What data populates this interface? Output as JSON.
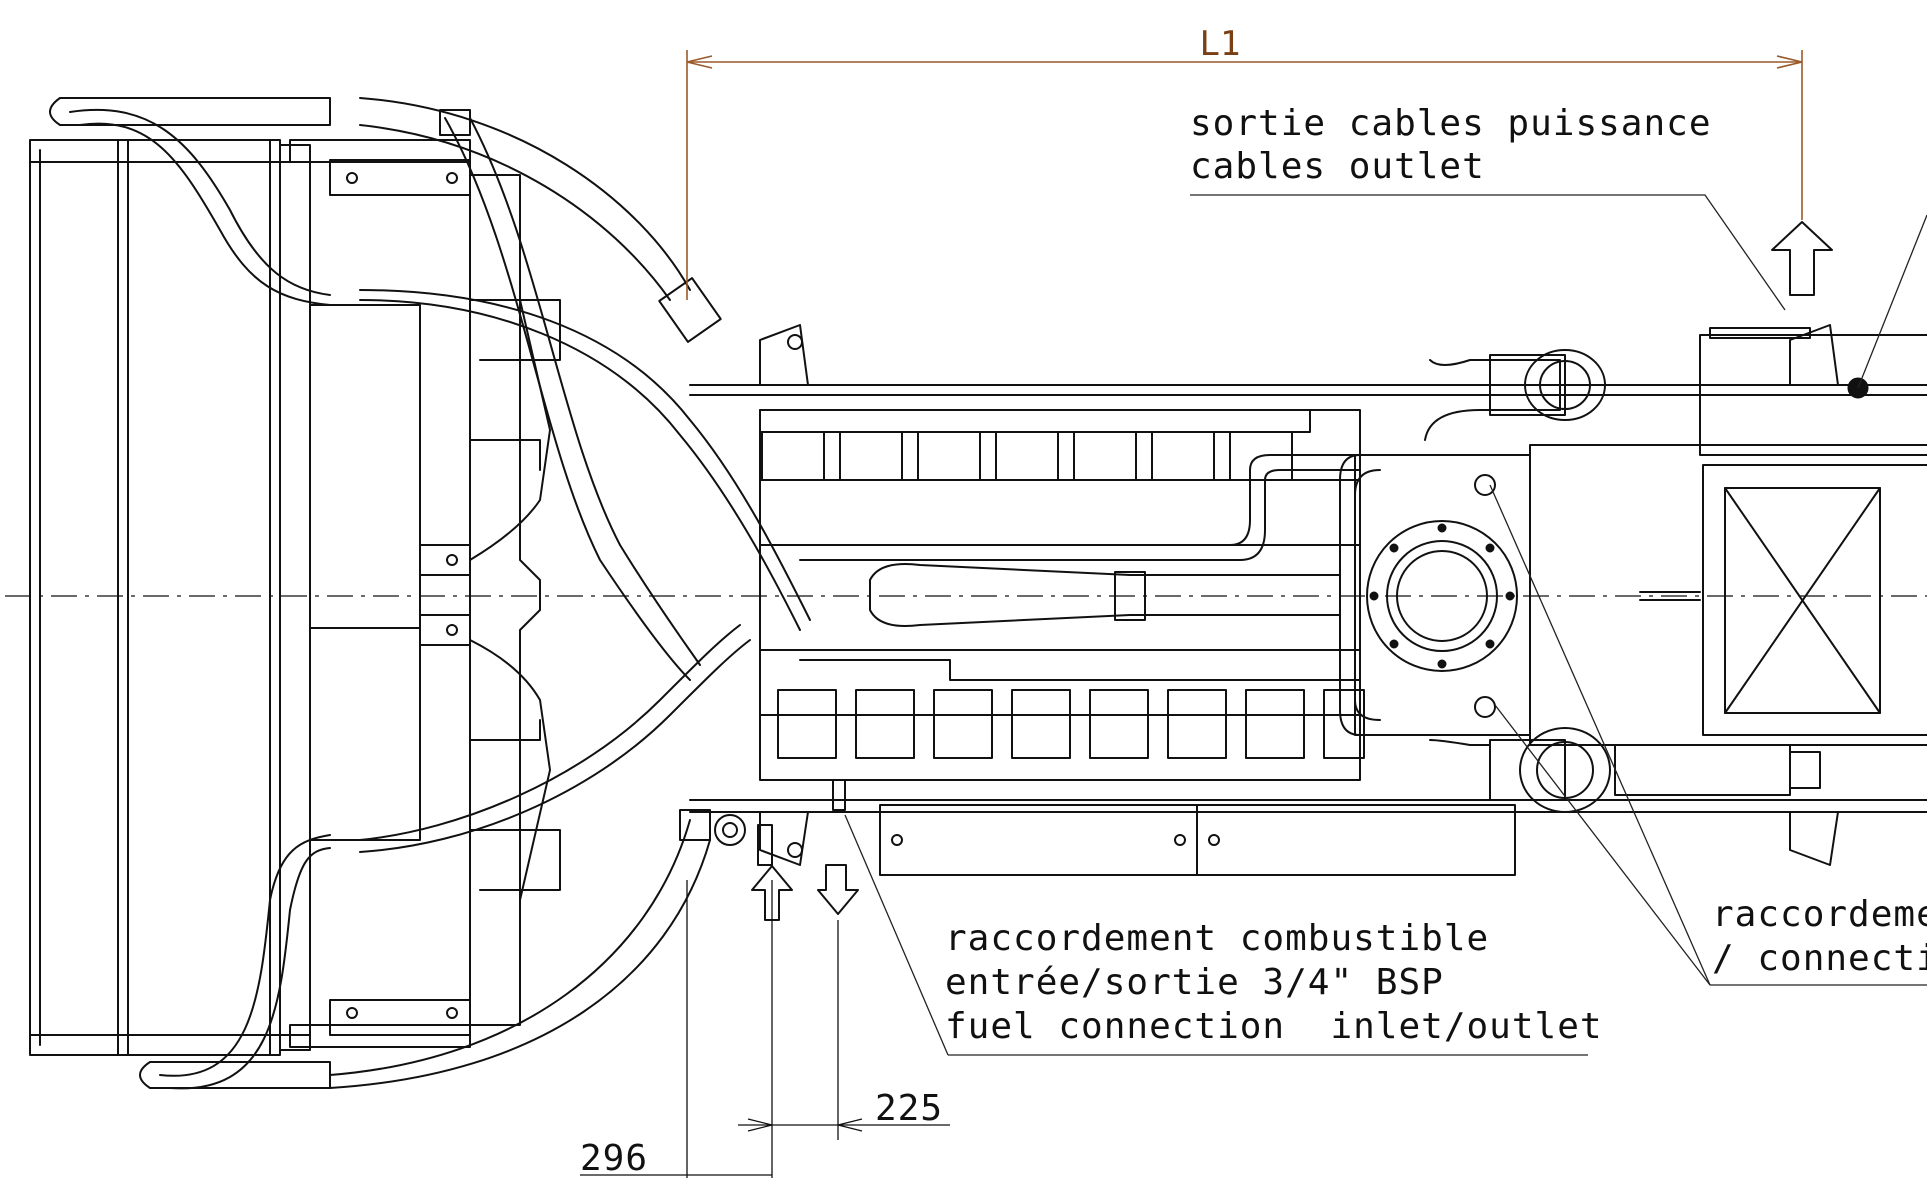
{
  "dimensions": {
    "top_label": "L1",
    "fuel_offset_label": "225",
    "inlet_offset_label": "296"
  },
  "annotations": {
    "cables": [
      "sortie cables puissance",
      "cables outlet"
    ],
    "fuel": [
      "raccordement combustible",
      "entrée/sortie 3/4\" BSP",
      "fuel connection  inlet/outlet"
    ],
    "right": [
      "raccordeme",
      "/ connecti"
    ]
  },
  "colors": {
    "line": "#111111",
    "dimension": "#9a5a2a",
    "background": "#ffffff"
  },
  "icons": {
    "arrow_up": "arrow-up-icon",
    "arrow_down": "arrow-down-icon"
  }
}
